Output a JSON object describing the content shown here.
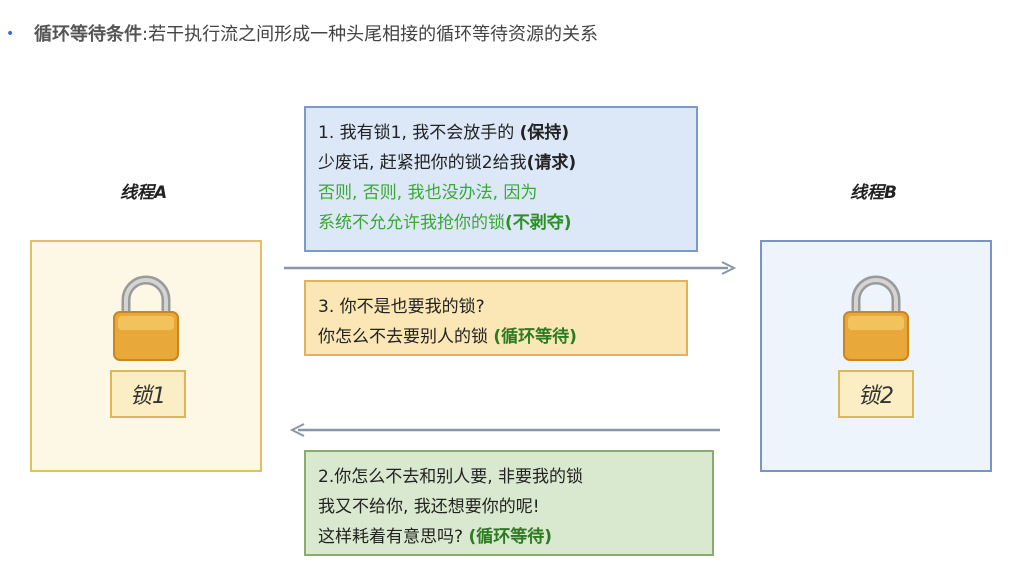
{
  "header": {
    "term": "循环等待条件",
    "description": ":若干执行流之间形成一种头尾相接的循环等待资源的关系"
  },
  "threads": {
    "a": {
      "label": "线程A",
      "lock_label": "锁1"
    },
    "b": {
      "label": "线程B",
      "lock_label": "锁2"
    }
  },
  "messages": {
    "m1": {
      "line1_text": "1. 我有锁1, 我不会放手的 ",
      "line1_tag": "(保持)",
      "line2_text": "少废话, 赶紧把你的锁2给我",
      "line2_tag": "(请求)",
      "line3_text": "否则, 否则, 我也没办法, 因为",
      "line4_text": "系统不允允许我抢你的锁",
      "line4_tag": "(不剥夺)"
    },
    "m3": {
      "line1_text": "3. 你不是也要我的锁?",
      "line2_text": "你怎么不去要别人的锁 ",
      "line2_tag": "(循环等待)"
    },
    "m2": {
      "line1_text": "2.你怎么不去和别人要, 非要我的锁",
      "line2_text": "我又不给你, 我还想要你的呢!",
      "line3_text": "这样耗着有意思吗? ",
      "line3_tag": "(循环等待)"
    }
  },
  "colors": {
    "bullet": "#3a6fd1",
    "lock_gold": "#e8a93a",
    "green_text": "#3aa832",
    "arrow": "#8a96a8"
  }
}
